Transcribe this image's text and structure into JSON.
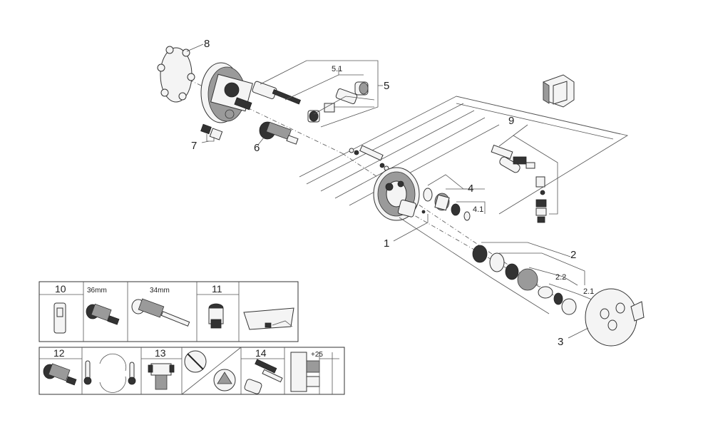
{
  "callouts": {
    "c1": "1",
    "c2": "2",
    "c2_1": "2.1",
    "c2_2": "2.2",
    "c3": "3",
    "c4": "4",
    "c4_1": "4.1",
    "c5": "5",
    "c5_1": "5.1",
    "c6": "6",
    "c7": "7",
    "c8": "8",
    "c9": "9"
  },
  "table_top": {
    "cells": [
      "10",
      "11"
    ],
    "sizes": [
      "36mm",
      "34mm"
    ]
  },
  "table_bottom": {
    "cells": [
      "12",
      "13",
      "14"
    ],
    "dimension": "+25"
  },
  "icons": {
    "valve": "valve-body-icon",
    "thermostat": "thermometer-cycle-icon",
    "no_water": "no-water-icon",
    "shower": "shower-outlet-icon"
  }
}
